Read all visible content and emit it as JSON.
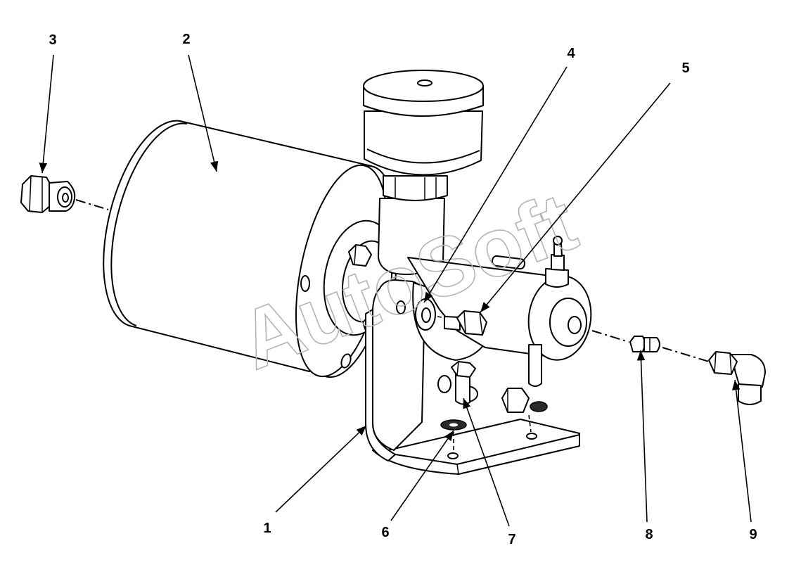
{
  "callouts": [
    "1",
    "2",
    "3",
    "4",
    "5",
    "6",
    "7",
    "8",
    "9"
  ],
  "watermark": "AutoSoft"
}
